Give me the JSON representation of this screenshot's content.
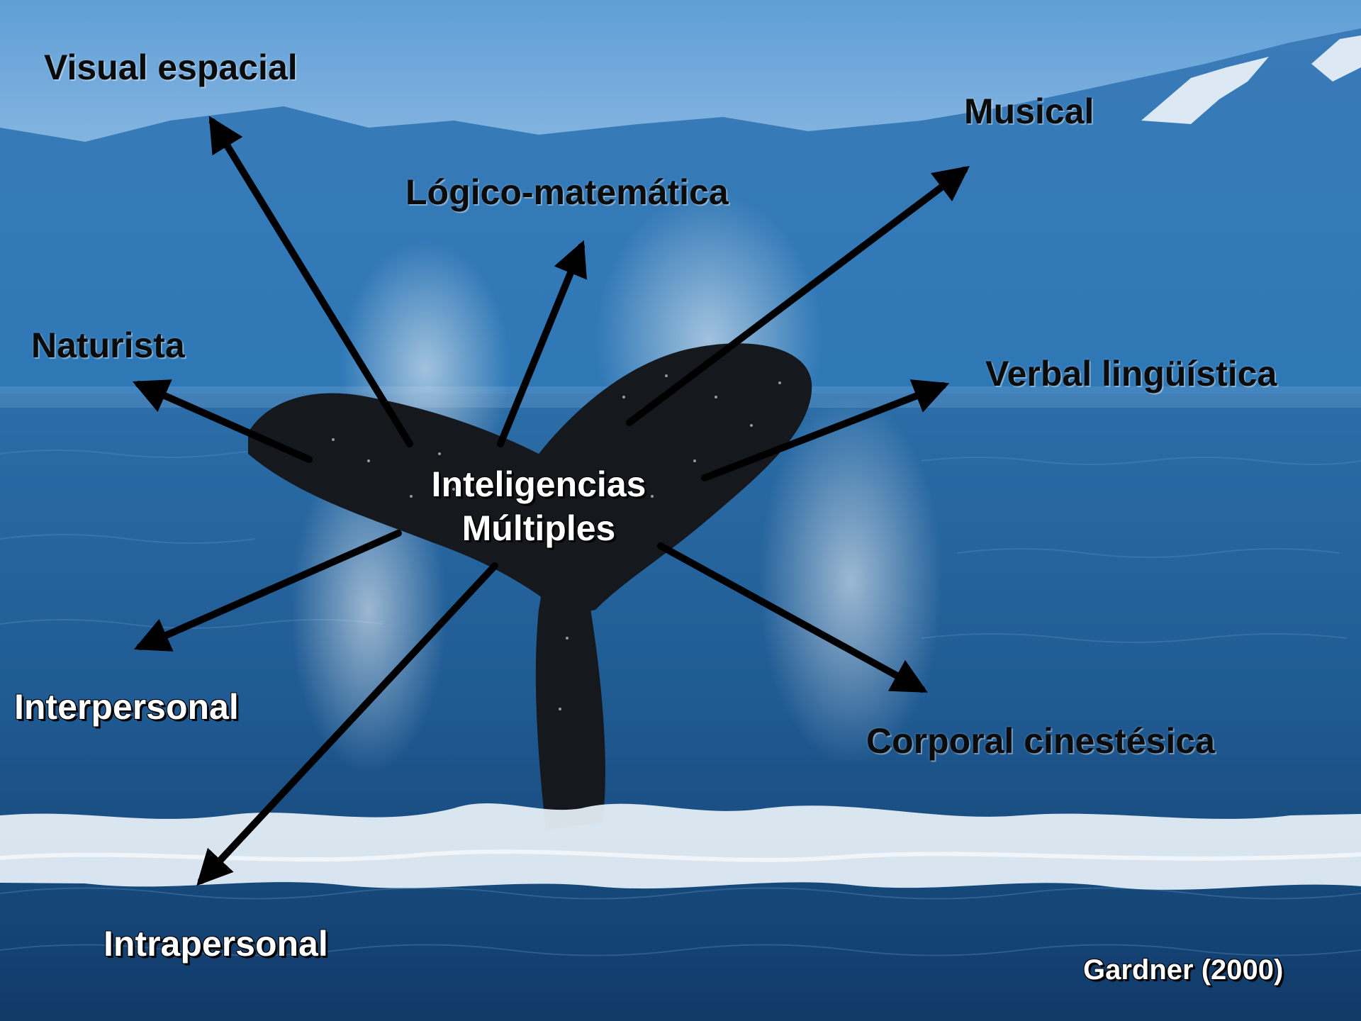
{
  "center": {
    "line1": "Inteligencias",
    "line2": "Múltiples"
  },
  "labels": {
    "visual_espacial": "Visual espacial",
    "musical": "Musical",
    "logico_matematica": "Lógico-matemática",
    "naturista": "Naturista",
    "verbal_linguistica": "Verbal lingüística",
    "interpersonal": "Interpersonal",
    "corporal_cinestesica": "Corporal cinestésica",
    "intrapersonal": "Intrapersonal"
  },
  "citation": "Gardner (2000)",
  "colors": {
    "sky_top": "#6fa9dc",
    "sky_bottom": "#a9cbe8",
    "mountains": "#2f6fae",
    "sea_top": "#2a6aa5",
    "sea_bottom": "#123f70",
    "foam": "#e8f2f9",
    "whale": "#15191e",
    "arrow": "#000000"
  },
  "icons": {
    "arrowhead": "arrowhead-icon"
  }
}
